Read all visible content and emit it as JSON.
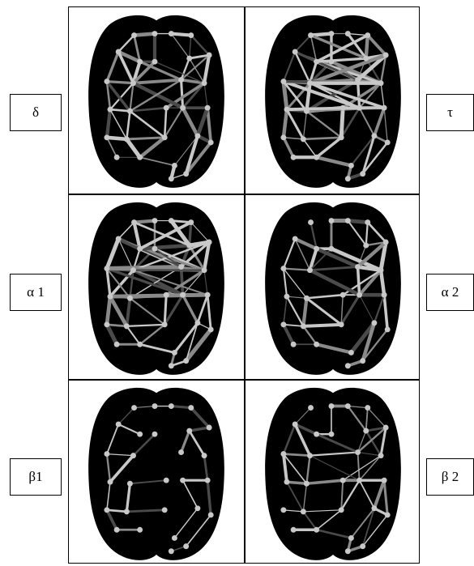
{
  "panels": [
    {
      "label": "δ"
    },
    {
      "label": "τ"
    },
    {
      "label": "α 1"
    },
    {
      "label": "α 2"
    },
    {
      "label": "β1"
    },
    {
      "label": "β 2"
    }
  ],
  "colors": {
    "brain": "#000000",
    "node": "#c8c8c8",
    "edge_light": "#c8c8c8",
    "edge_mid": "#8a8a8a",
    "edge_dark": "#4a4a4a",
    "frame": "#000000"
  }
}
